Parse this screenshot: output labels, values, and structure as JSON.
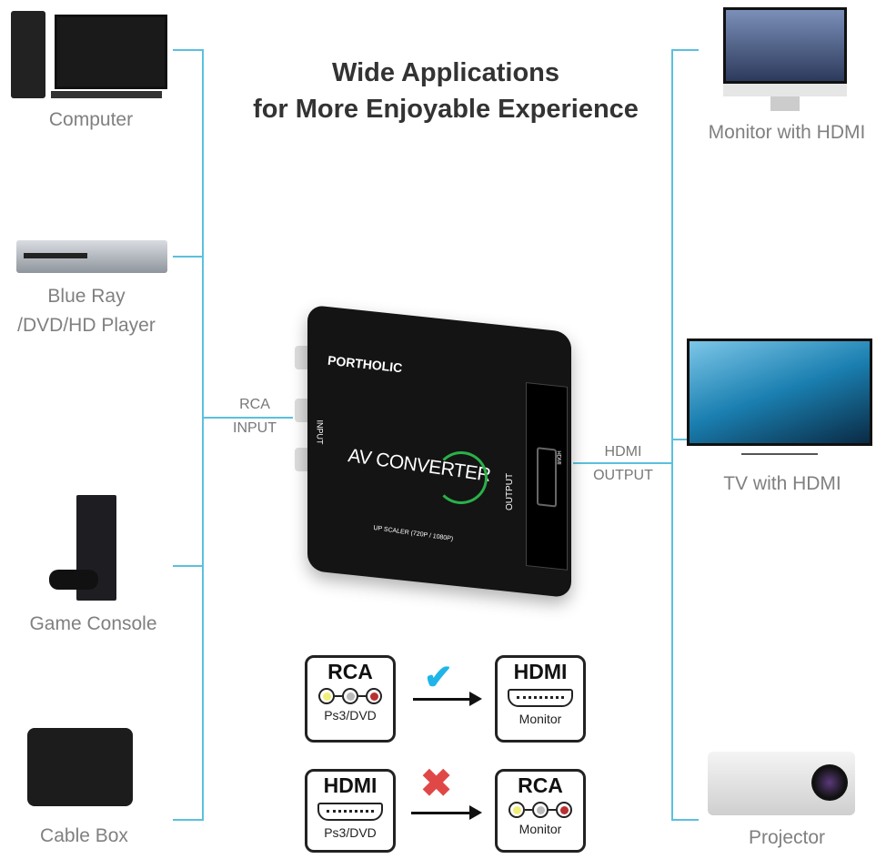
{
  "title": {
    "line1": "Wide Applications",
    "line2": "for More Enjoyable Experience"
  },
  "inputs": [
    {
      "label": "Computer"
    },
    {
      "label": "Blue Ray\n/DVD/HD Player",
      "line1": "Blue Ray",
      "line2": "/DVD/HD Player"
    },
    {
      "label": "Game Console"
    },
    {
      "label": "Cable Box"
    }
  ],
  "outputs": [
    {
      "label": "Monitor with HDMI"
    },
    {
      "label": "TV with HDMI"
    },
    {
      "label": "Projector"
    }
  ],
  "connectors": {
    "input_line1": "RCA",
    "input_line2": "INPUT",
    "output_line1": "HDMI",
    "output_line2": "OUTPUT"
  },
  "device": {
    "brand": "PORTHOLIC",
    "name": "AV CONVERTER",
    "input_label": "INPUT",
    "output_label": "OUTPUT",
    "scaler": "UP SCALER (720P / 1080P)",
    "side_label": "HDMI"
  },
  "compat": [
    {
      "from": "RCA",
      "from_sub": "Ps3/DVD",
      "to": "HDMI",
      "to_sub": "Monitor",
      "status": "check-icon"
    },
    {
      "from": "HDMI",
      "from_sub": "Ps3/DVD",
      "to": "RCA",
      "to_sub": "Monitor",
      "status": "cross-icon"
    }
  ],
  "colors": {
    "line": "#5bc0de",
    "check": "#1fb5e8",
    "cross": "#e04848",
    "label": "#808080"
  }
}
